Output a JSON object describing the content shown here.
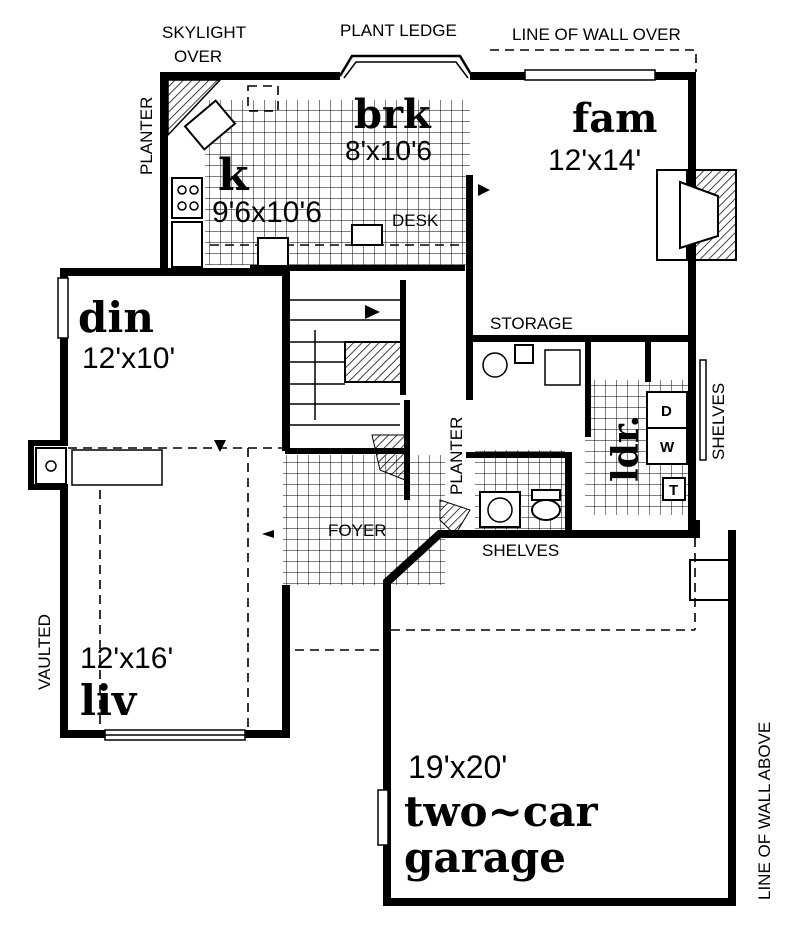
{
  "rooms": {
    "kitchen": {
      "name": "k",
      "size": "9'6x10'6"
    },
    "breakfast": {
      "name": "brk",
      "size": "8'x10'6"
    },
    "family": {
      "name": "fam",
      "size": "12'x14'"
    },
    "dining": {
      "name": "din",
      "size": "12'x10'"
    },
    "living": {
      "name": "liv",
      "size": "12'x16'"
    },
    "laundry": {
      "name": "ldr."
    },
    "garage": {
      "name_line1": "two~car",
      "name_line2": "garage",
      "size": "19'x20'"
    }
  },
  "notes": {
    "skylight_line1": "SKYLIGHT",
    "skylight_line2": "OVER",
    "plant_ledge": "PLANT LEDGE",
    "line_of_wall_over": "LINE OF WALL OVER",
    "planter_kitchen": "PLANTER",
    "desk": "DESK",
    "storage": "STORAGE",
    "shelves_laundry": "SHELVES",
    "planter_stair": "PLANTER",
    "foyer": "FOYER",
    "shelves_bath": "SHELVES",
    "vaulted": "VAULTED",
    "line_of_wall_above": "LINE OF WALL ABOVE"
  },
  "appliances": {
    "dryer": "D",
    "washer": "W",
    "tub": "T"
  }
}
